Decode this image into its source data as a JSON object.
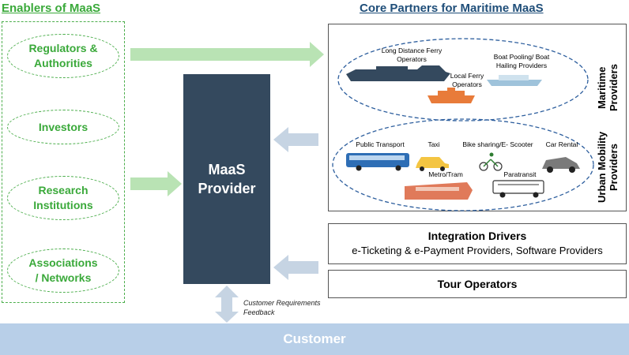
{
  "enablers": {
    "title": "Enablers of MaaS",
    "items": [
      {
        "line1": "Regulators &",
        "line2": "Authorities"
      },
      {
        "line1": "Investors",
        "line2": ""
      },
      {
        "line1": "Research",
        "line2": "Institutions"
      },
      {
        "line1": "Associations",
        "line2": "/ Networks"
      }
    ]
  },
  "core": {
    "title": "Core Partners for Maritime MaaS",
    "maritime": {
      "label_line1": "Maritime",
      "label_line2": "Providers",
      "items": [
        {
          "line1": "Long Distance Ferry",
          "line2": "Operators"
        },
        {
          "line1": "Local Ferry",
          "line2": "Operators"
        },
        {
          "line1": "Boat Pooling/ Boat",
          "line2": "Hailing Providers"
        }
      ]
    },
    "urban": {
      "label_line1": "Urban Mobility",
      "label_line2": "Providers",
      "items": [
        {
          "label": "Public Transport"
        },
        {
          "label": "Taxi"
        },
        {
          "label": "Bike sharing/E- Scooter"
        },
        {
          "label": "Car Rental"
        },
        {
          "label": "Metro/Tram"
        },
        {
          "label": "Paratransit"
        }
      ]
    }
  },
  "maas_provider": {
    "line1": "MaaS",
    "line2": "Provider"
  },
  "integration": {
    "title": "Integration Drivers",
    "subtitle": "e-Ticketing & e-Payment Providers, Software Providers"
  },
  "tour_operators": "Tour Operators",
  "feedback": {
    "line1": "Customer Requirements",
    "line2": "Feedback"
  },
  "customer": "Customer",
  "colors": {
    "green": "#3aa93a",
    "navy": "#34495e",
    "blue_title": "#1f4e79",
    "arrow_green": "#b9e3b4",
    "arrow_blue": "#c6d4e3",
    "customer_bar": "#b8cfe8"
  }
}
